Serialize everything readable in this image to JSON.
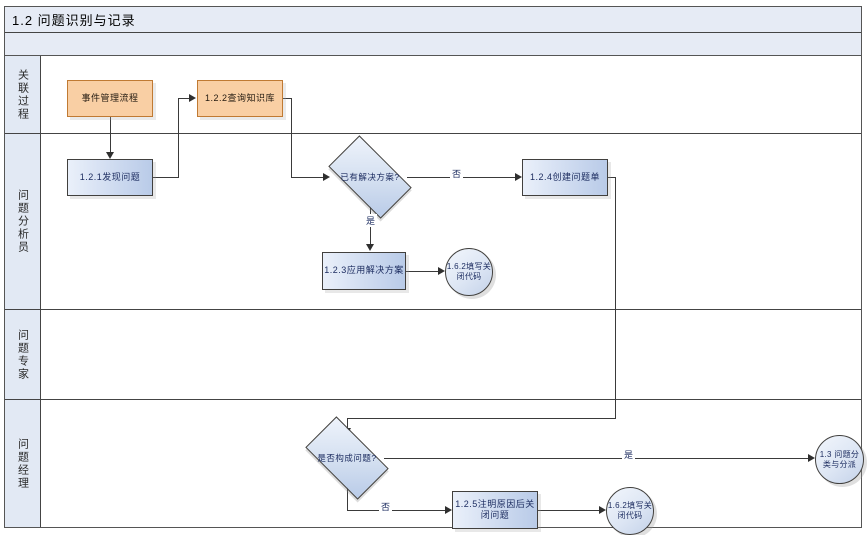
{
  "diagram": {
    "title": "1.2 问题识别与记录",
    "type": "flowchart-swimlane",
    "lanes": [
      {
        "id": "lane-related-process",
        "label": "关联过程"
      },
      {
        "id": "lane-problem-analyst",
        "label": "问题分析员"
      },
      {
        "id": "lane-problem-expert",
        "label": "问题专家"
      },
      {
        "id": "lane-problem-manager",
        "label": "问题经理"
      }
    ],
    "nodes": [
      {
        "id": "n-incident-process",
        "label": "事件管理流程",
        "shape": "box",
        "style": "orange",
        "lane": "关联过程"
      },
      {
        "id": "n-122",
        "label": "1.2.2查询知识库",
        "shape": "box",
        "style": "orange",
        "lane": "关联过程"
      },
      {
        "id": "n-121",
        "label": "1.2.1发现问题",
        "shape": "box",
        "style": "blue",
        "lane": "问题分析员"
      },
      {
        "id": "d-has-solution",
        "label": "已有解决方案?",
        "shape": "diamond",
        "lane": "问题分析员"
      },
      {
        "id": "n-124",
        "label": "1.2.4创建问题单",
        "shape": "box",
        "style": "blue",
        "lane": "问题分析员"
      },
      {
        "id": "n-123",
        "label": "1.2.3应用解决方案",
        "shape": "box",
        "style": "blue",
        "lane": "问题分析员"
      },
      {
        "id": "c-162-a",
        "label": "1.6.2填写关闭代码",
        "shape": "circle",
        "lane": "问题分析员"
      },
      {
        "id": "d-is-problem",
        "label": "是否构成问题?",
        "shape": "diamond",
        "lane": "问题经理"
      },
      {
        "id": "n-125",
        "label": "1.2.5注明原因后关闭问题",
        "shape": "box",
        "style": "blue",
        "lane": "问题经理"
      },
      {
        "id": "c-162-b",
        "label": "1.6.2填写关闭代码",
        "shape": "circle",
        "lane": "问题经理"
      },
      {
        "id": "c-13",
        "label": "1.3 问题分类与分派",
        "shape": "circle",
        "lane": "问题经理"
      }
    ],
    "edge_labels": {
      "has_solution_no": "否",
      "has_solution_yes": "是",
      "is_problem_yes": "是",
      "is_problem_no": "否"
    },
    "colors": {
      "lane_header_bg": "#e2e9f4",
      "title_bg": "#e6ebf5",
      "orange_fill": "#f9cfa4",
      "blue_fill": "#ccd9ef",
      "line": "#3a3a3a",
      "text": "#1a2a5e"
    }
  }
}
